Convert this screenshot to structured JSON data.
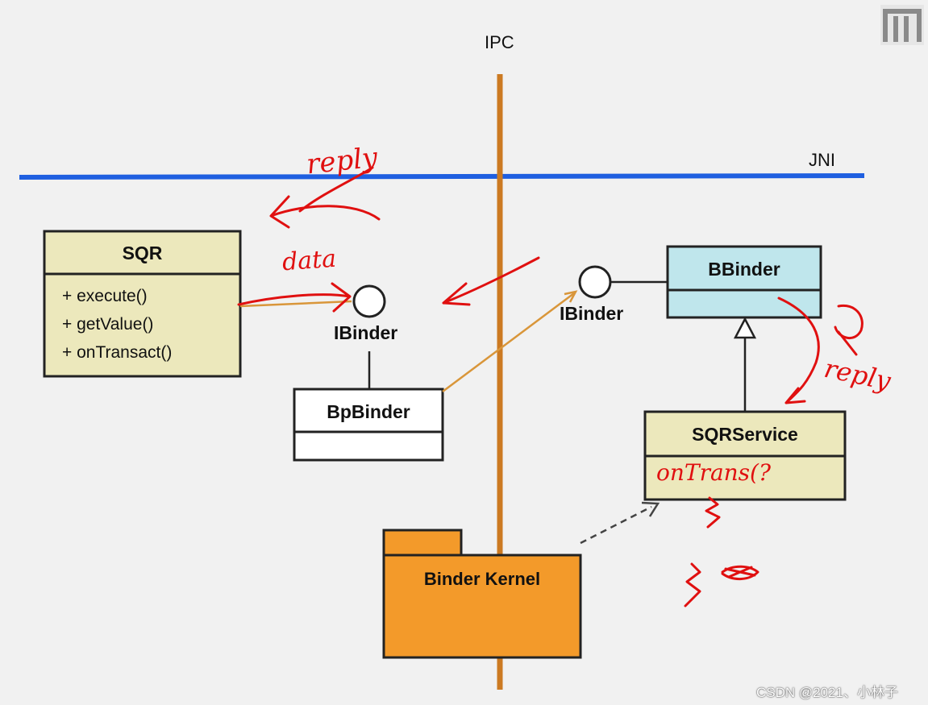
{
  "labels": {
    "ipc": "IPC",
    "jni": "JNI",
    "ibinder_left": "IBinder",
    "ibinder_right": "IBinder"
  },
  "classes": {
    "sqr": {
      "name": "SQR",
      "operations": [
        "+ execute()",
        "+ getValue()",
        "+ onTransact()"
      ]
    },
    "bpbinder": {
      "name": "BpBinder"
    },
    "bbinder": {
      "name": "BBinder"
    },
    "sqrservice": {
      "name": "SQRService"
    }
  },
  "package": {
    "name": "Binder Kernel"
  },
  "annotations": {
    "reply_top": "reply",
    "data": "data",
    "reply_right": "reply",
    "ontransact": "onTrans(?"
  },
  "watermark": "CSDN @2021、小林子",
  "colors": {
    "background": "#f1f1f1",
    "jni_line": "#1f5fe0",
    "ipc_line": "#cc7a22",
    "class_fill": "#ece8bc",
    "bbinder_fill": "#bfe6ec",
    "package_fill": "#f39a2a",
    "handwriting": "#e01010",
    "connector": "#d9963a"
  }
}
